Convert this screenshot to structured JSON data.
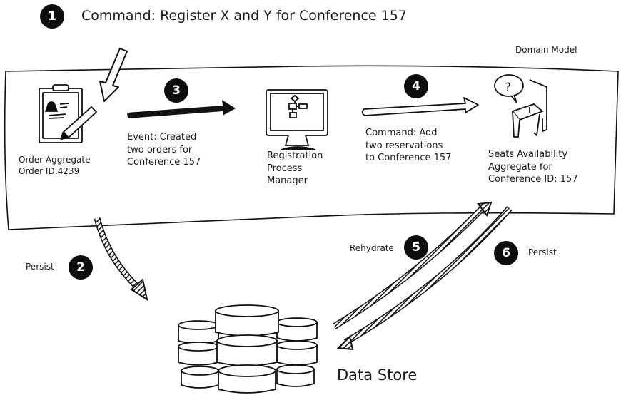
{
  "title": "Command: Register X and Y for Conference 157",
  "domain_model_label": "Domain Model",
  "steps": [
    {
      "number": "1",
      "label": "Command: Register X and Y for Conference 157"
    },
    {
      "number": "2",
      "label": "Persist"
    },
    {
      "number": "3",
      "label": "Event: Created two orders for Conference 157"
    },
    {
      "number": "4",
      "label": "Command: Add two reservations to Conference 157"
    },
    {
      "number": "5",
      "label": "Rehydrate"
    },
    {
      "number": "6",
      "label": "Persist"
    }
  ],
  "nodes": {
    "order_aggregate": {
      "lines": [
        "Order Aggregate",
        "Order ID:4239"
      ],
      "icon": "clipboard-pencil-icon"
    },
    "event_text": {
      "lines": [
        "Event: Created",
        "two orders for",
        "Conference 157"
      ]
    },
    "process_manager": {
      "lines": [
        "Registration",
        "Process",
        "Manager"
      ],
      "icon": "monitor-flowchart-icon"
    },
    "command_text": {
      "lines": [
        "Command: Add",
        "two reservations",
        "to Conference 157"
      ]
    },
    "seats_aggregate": {
      "lines": [
        "Seats Availability",
        "Aggregate for",
        "Conference ID: 157"
      ],
      "icon": "chair-question-icon"
    },
    "data_store": {
      "label": "Data Store",
      "icon": "database-stack-icon"
    }
  }
}
